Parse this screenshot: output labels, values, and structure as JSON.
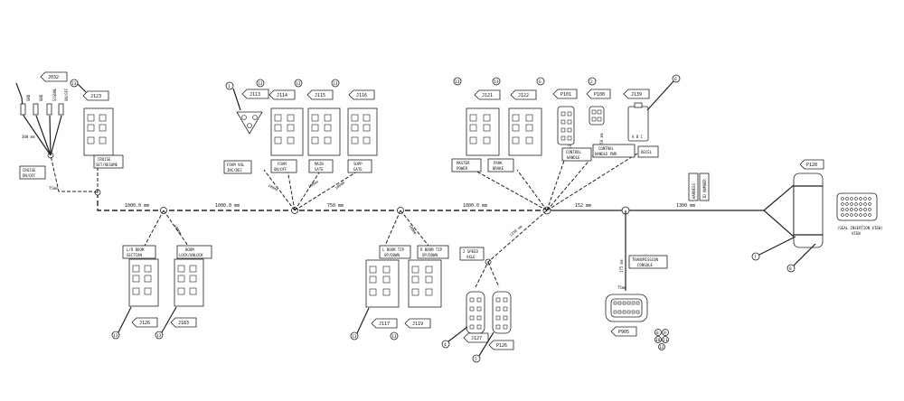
{
  "colors": {
    "line": "#222222",
    "background": "#ffffff"
  },
  "terminals": [
    "GND",
    "GND",
    "SIGNAL",
    "ON/OFF"
  ],
  "connectors": {
    "j032": "J032",
    "j123": "J123",
    "j113": "J113",
    "j114": "J114",
    "j115": "J115",
    "j116": "J116",
    "j121": "J121",
    "j122": "J122",
    "p101": "P101",
    "p100": "P100",
    "j139": "J139",
    "p128": "P128",
    "j126": "J126",
    "j183": "J183",
    "j117": "J117",
    "j119": "J119",
    "j127": "J127",
    "p126": "P126",
    "p905": "P905"
  },
  "labels": {
    "cruise": "CRUISE SET/RESUME",
    "cruise_sw": "CRUISE ON/OFF",
    "foam_vol": "FOAM VOL INC/DEC",
    "foam": "FOAM ON/OFF",
    "main_gate": "MAIN GATE",
    "supp_gate": "SUPP GATE",
    "master_power": "MASTER POWER",
    "park_brake": "PARK BRAKE",
    "control_handle": "CONTROL HANDLE",
    "control_handle_pwr": "CONTROL HANDLE PWR",
    "decel": "DECEL",
    "harness_pn": "HARNESS ID NUMBER",
    "lift_boom": "L/R BOOM SECTION",
    "boom_lock": "BOOM LOCK/UNLOCK",
    "l_boom_tip": "L BOOM TIP UP/DOWN",
    "r_boom_tip": "R BOOM TIP UP/DOWN",
    "two_speed": "2 SPEED AXLE",
    "transmission": "TRANSMISSION CONSOLE",
    "seal_view": "(SEAL INSERTION VIEW)"
  },
  "dimensions": {
    "d1": "1000.0 mm",
    "d2": "1000.0 mm",
    "d3": "750 mm",
    "d4": "1000.0 mm",
    "d5": "152 mm",
    "d6": "1300 mm",
    "drop": "100 mm"
  },
  "callouts": [
    "1",
    "2",
    "3",
    "4",
    "5",
    "6",
    "7",
    "8",
    "9",
    "10",
    "11",
    "12",
    "13"
  ]
}
